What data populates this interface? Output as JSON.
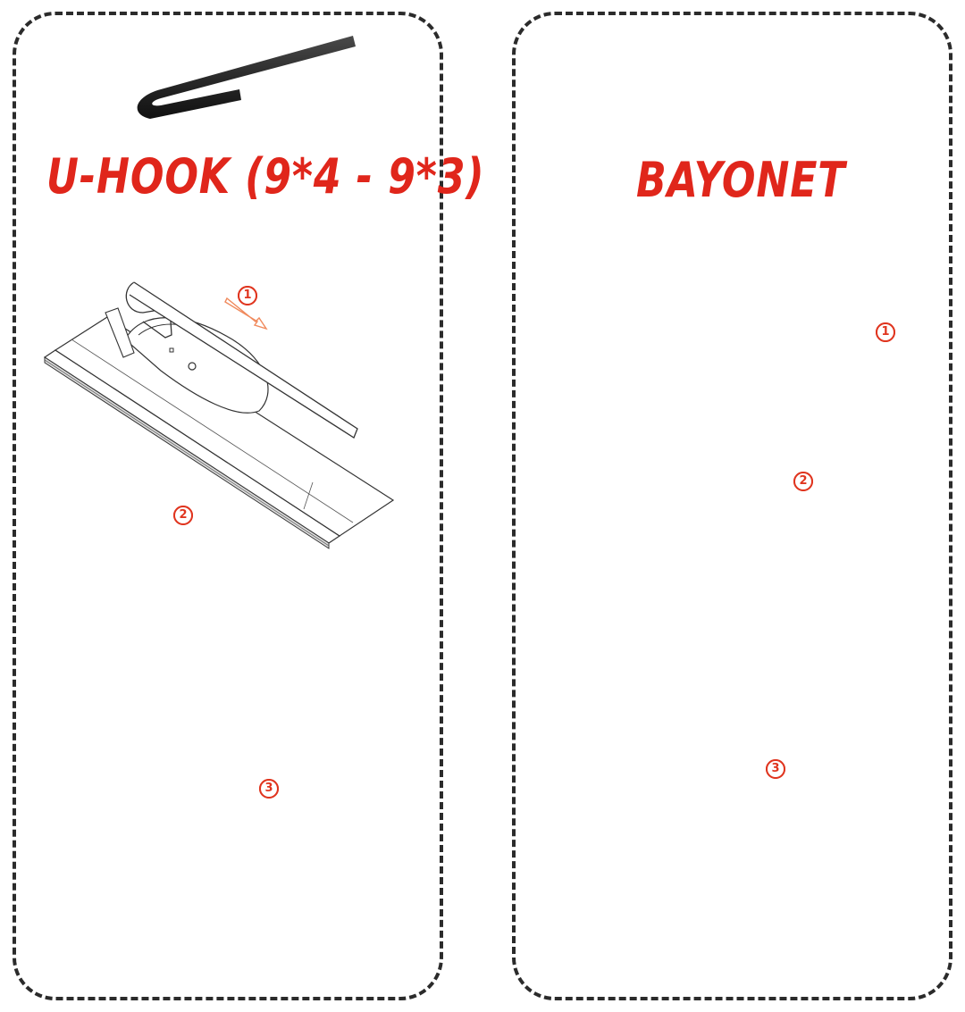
{
  "panels": {
    "left": {
      "title": "U-HOOK (9*4 - 9*3)",
      "connector_icon": "u-hook-arm-icon",
      "steps": [
        {
          "number": "1",
          "action": "slide-arrow-down-right"
        },
        {
          "number": "2",
          "action": "curved-arrow-close-clip"
        },
        {
          "number": "3",
          "action": "installed"
        }
      ]
    },
    "right": {
      "title": "BAYONET",
      "connector_icon": "bayonet-arm-icon",
      "steps": [
        {
          "number": "1",
          "action": "slide-arrow-up-left"
        },
        {
          "number": "2",
          "action": "down-arrow-insert-cap"
        },
        {
          "number": "3",
          "action": "installed"
        }
      ]
    }
  },
  "colors": {
    "title_red": "#e0261b",
    "arrow_orange": "#f08a5d",
    "step_red": "#e0351f",
    "border": "#2b2b2b",
    "arm_dark": "#2a2a2a",
    "line": "#3a3a3a"
  }
}
